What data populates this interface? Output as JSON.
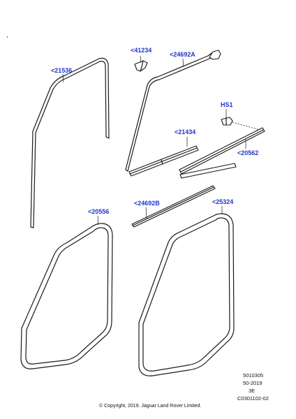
{
  "callouts": {
    "c41234": "<41234",
    "c24692A": "<24692A",
    "c21536": "<21536",
    "cHS1": "HS1",
    "c21434": "<21434",
    "c20562": "<20562",
    "c24692B": "<24692B",
    "c20556": "<20556",
    "c25324": "<25324"
  },
  "drawing_info": {
    "line1": "5010305",
    "line2": "50-2019",
    "line3": "3E",
    "line4": "C0301102-02"
  },
  "copyright": "© Copyright, 2019. Jaguar Land Rover Limited."
}
